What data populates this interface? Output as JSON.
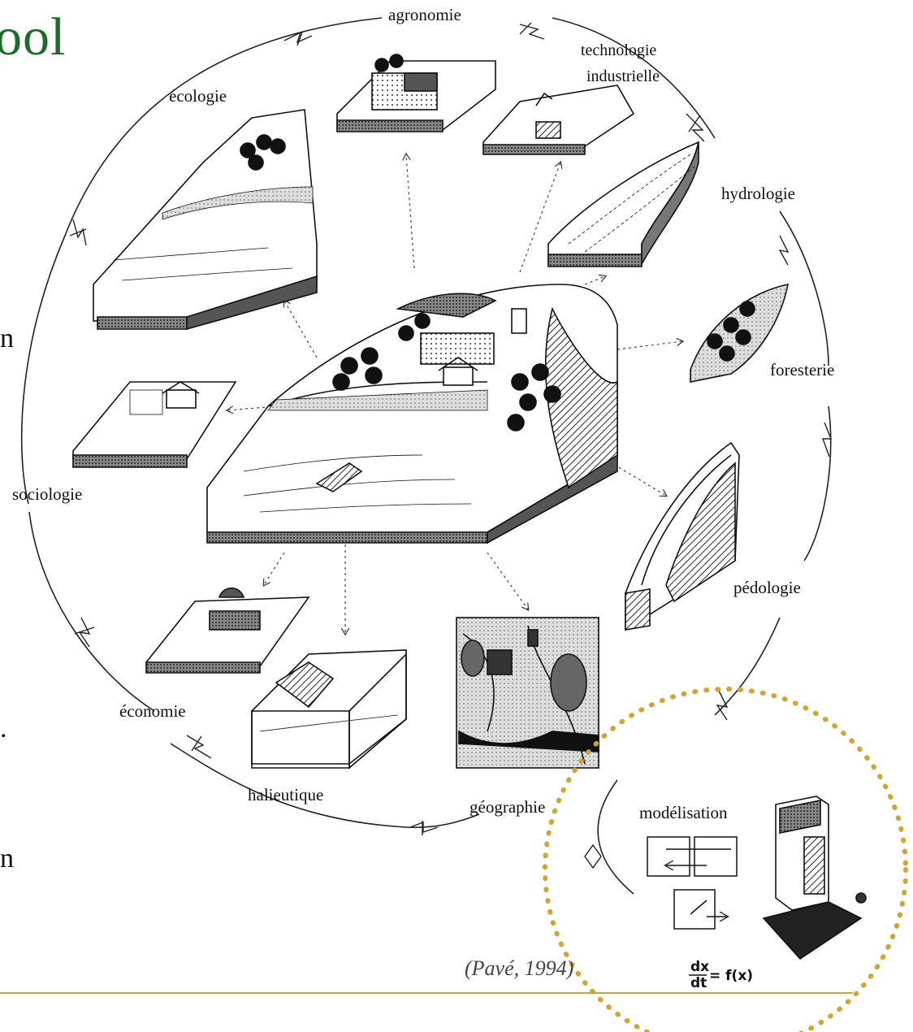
{
  "slide": {
    "title_fragment": "ool",
    "left_text_fragments": [
      "n",
      ".",
      "n"
    ],
    "accent_color": "#1e6b2c",
    "rule_color": "#d1a433",
    "highlight_circle_color": "#d1a433"
  },
  "diagram": {
    "disciplines": {
      "agronomie": "agronomie",
      "technologie_1": "technologie",
      "technologie_2": "industrielle",
      "ecologie": "écologie",
      "hydrologie": "hydrologie",
      "foresterie": "foresterie",
      "sociologie": "sociologie",
      "pedologie": "pédologie",
      "economie": "économie",
      "halieutique": "halieutique",
      "geographie": "géographie"
    },
    "modelisation_label": "modélisation",
    "equation_num": "dx",
    "equation_den": "dt",
    "equation_rhs": "= f(x)",
    "citation": "(Pavé, 1994)"
  }
}
